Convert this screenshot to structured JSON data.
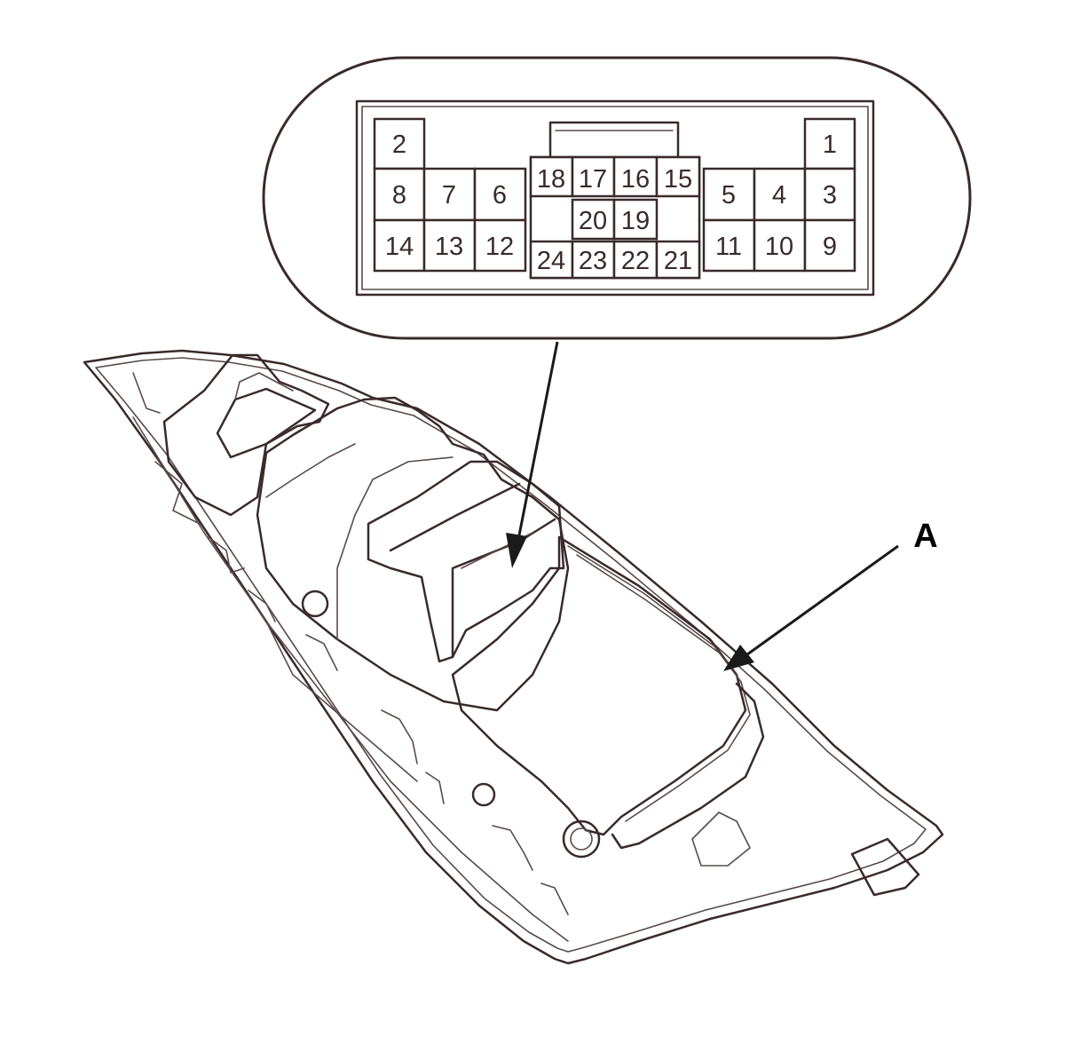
{
  "connector": {
    "pins": [
      "1",
      "2",
      "3",
      "4",
      "5",
      "6",
      "7",
      "8",
      "9",
      "10",
      "11",
      "12",
      "13",
      "14",
      "15",
      "16",
      "17",
      "18",
      "19",
      "20",
      "21",
      "22",
      "23",
      "24"
    ]
  },
  "callout": {
    "label": "A"
  }
}
